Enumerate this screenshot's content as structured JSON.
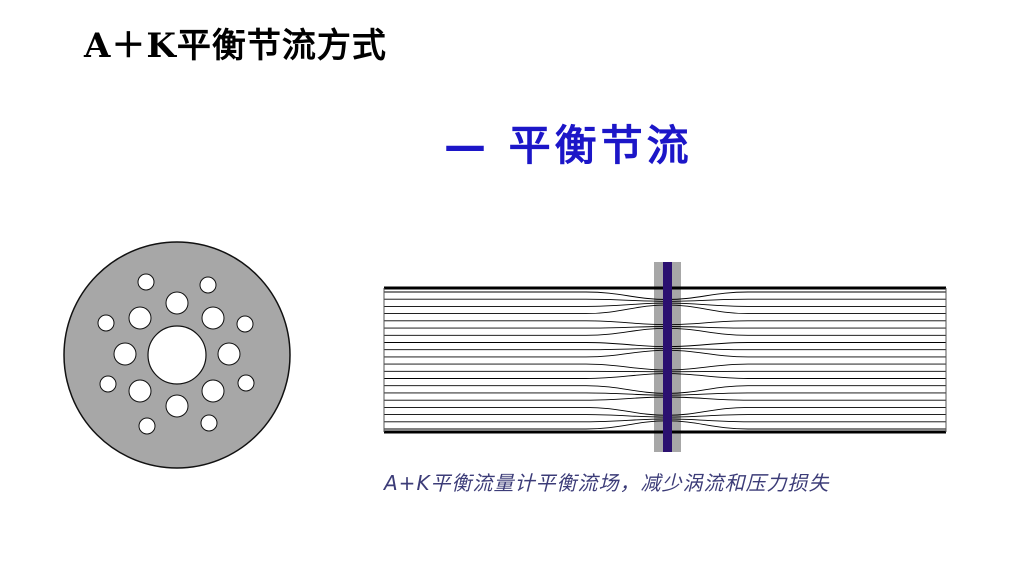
{
  "title": "A＋K平衡节流方式",
  "subtitle": "— 平衡节流",
  "caption": "A+K平衡流量计平衡流场，减少涡流和压力损失",
  "colors": {
    "subtitle": "#1c16c8",
    "plate_fill": "#a7a7a7",
    "plate_stroke": "#111111",
    "orifice_bar": "#2b1070",
    "flange": "#a7a7a7",
    "caption": "#3c3c78"
  }
}
